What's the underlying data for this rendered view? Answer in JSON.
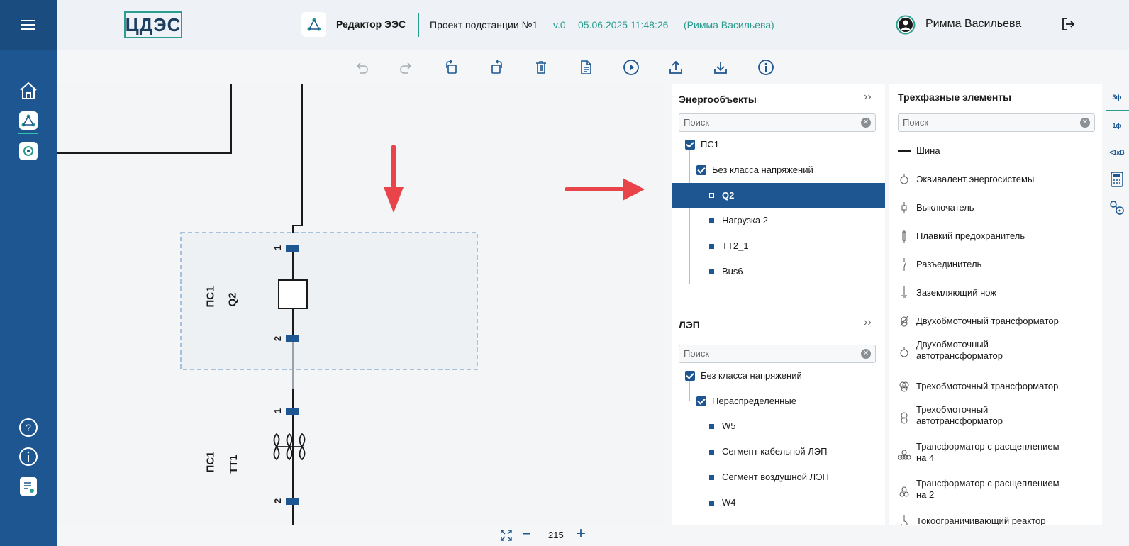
{
  "app": {
    "logo_text": "ЦДЭС",
    "editor_title": "Редактор ЭЭС"
  },
  "project": {
    "name": "Проект подстанции №1",
    "version": "v.0",
    "datetime": "05.06.2025 11:48:26",
    "author": "(Римма Васильева)"
  },
  "user": {
    "name": "Римма Васильева"
  },
  "toolbar": {
    "icons": [
      "undo-icon",
      "redo-icon",
      "rotate-left-icon",
      "rotate-right-icon",
      "delete-icon",
      "document-icon",
      "play-icon",
      "upload-icon",
      "download-icon",
      "info-icon"
    ]
  },
  "zoom": {
    "value": "215",
    "minus": "−",
    "plus": "+"
  },
  "canvas": {
    "q2": {
      "ps_label": "ПС1",
      "name_label": "Q2",
      "pin1": "1",
      "pin2": "2"
    },
    "tt1": {
      "ps_label": "ПС1",
      "name_label": "ТТ1",
      "pin1": "1",
      "pin2": "2"
    }
  },
  "energy_objects": {
    "title": "Энергообъекты",
    "search_placeholder": "Поиск",
    "tree": {
      "root": "ПС1",
      "group": "Без класса напряжений",
      "items": [
        "Q2",
        "Нагрузка 2",
        "ТТ2_1",
        "Bus6"
      ],
      "selected": "Q2"
    }
  },
  "lep": {
    "title": "ЛЭП",
    "search_placeholder": "Поиск",
    "tree": {
      "root": "Без класса напряжений",
      "group": "Нераспределенные",
      "items": [
        "W5",
        "Сегмент кабельной ЛЭП",
        "Сегмент воздушной ЛЭП",
        "W4"
      ]
    }
  },
  "elements": {
    "title": "Трехфазные элементы",
    "search_placeholder": "Поиск",
    "items": [
      {
        "label": "Шина",
        "icon": "bus-icon"
      },
      {
        "label": "Эквивалент энергосистемы",
        "icon": "power-system-icon"
      },
      {
        "label": "Выключатель",
        "icon": "breaker-icon"
      },
      {
        "label": "Плавкий предохранитель",
        "icon": "fuse-icon"
      },
      {
        "label": "Разъединитель",
        "icon": "disconnector-icon"
      },
      {
        "label": "Заземляющий нож",
        "icon": "earthing-switch-icon"
      },
      {
        "label": "Двухобмоточный трансформатор",
        "icon": "transformer-2w-icon"
      },
      {
        "label": "Двухобмоточный автотрансформатор",
        "icon": "autotransformer-2w-icon"
      },
      {
        "label": "Трехобмоточный трансформатор",
        "icon": "transformer-3w-icon"
      },
      {
        "label": "Трехобмоточный автотрансформатор",
        "icon": "autotransformer-3w-icon"
      },
      {
        "label": "Трансформатор с расщеплением на 4",
        "icon": "split-transformer-4-icon"
      },
      {
        "label": "Трансформатор с расщеплением на 2",
        "icon": "split-transformer-2-icon"
      },
      {
        "label": "Токоограничивающий реактор",
        "icon": "reactor-icon"
      }
    ]
  },
  "side_tabs": {
    "t3": "3ф",
    "t1": "1ф",
    "tlv": "<1кВ"
  },
  "colors": {
    "primary": "#1d5690",
    "accent": "#2a9d8f",
    "arrow": "#e8444a"
  }
}
